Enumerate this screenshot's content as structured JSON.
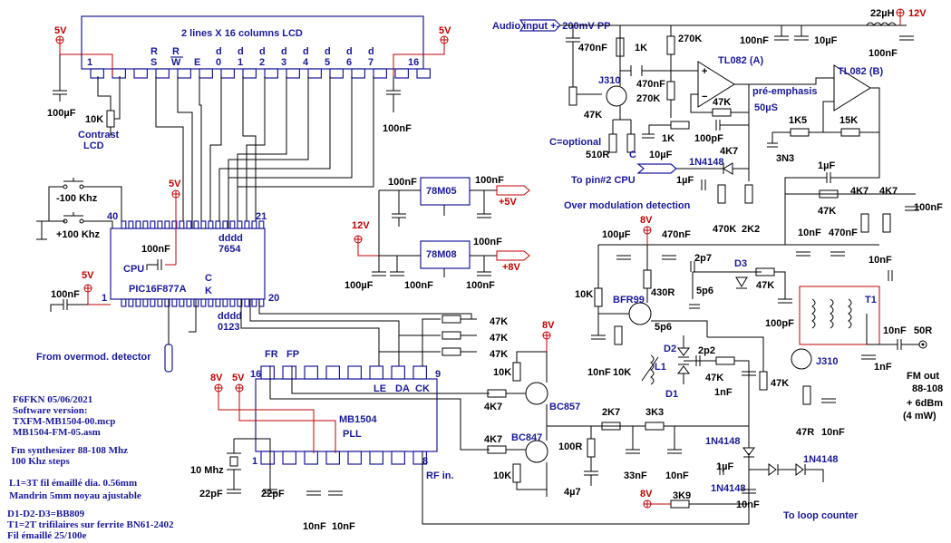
{
  "lcd": {
    "title": "2 lines X 16 columns LCD",
    "pin_first": "1",
    "pin_last": "16",
    "rs": "R",
    "rs2": "S",
    "rw": "R",
    "rw2": "W",
    "e": "E",
    "d": [
      "d",
      "d",
      "d",
      "d",
      "d",
      "d",
      "d",
      "d"
    ],
    "dn": [
      "0",
      "1",
      "2",
      "3",
      "4",
      "5",
      "6",
      "7"
    ]
  },
  "rails": {
    "v5": "5V",
    "v8": "8V",
    "v12": "12V"
  },
  "labels": {
    "contrast1": "Contrast",
    "contrast2": "LCD",
    "c100u_lcd": "100µF",
    "pot10k": "10K",
    "c100n_lcd": "100nF",
    "sw_minus": "-100 Khz",
    "sw_plus": "+100 Khz",
    "pin40": "40",
    "pin21": "21",
    "pin20": "20",
    "pin1": "1",
    "pic_name": "PIC16F877A",
    "pic_cpu": "CPU",
    "pic_c": "C",
    "pic_k": "K",
    "pic_hi": "dddd",
    "pic_hi2": "7654",
    "pic_lo": "dddd",
    "pic_lo2": "0123",
    "c100n_pic": "100nF",
    "c100n_pic2": "100nF",
    "from_overmod": "From overmod. detector",
    "reg1": "78M05",
    "reg2": "78M08",
    "reg_c1": "100nF",
    "reg_c2": "100nF",
    "reg_c3": "100nF",
    "reg_c4": "100µF",
    "reg_c5": "100nF",
    "reg_c6": "100nF",
    "out5": "+5V",
    "out8": "+8V",
    "audio": "Audio input +- 200mV PP",
    "c470n": "470nF",
    "r1k": "1K",
    "r270k": "270K",
    "r270k2": "270K",
    "c470n2": "470nF",
    "j310": "J310",
    "r47k_pot": "47K",
    "c_opt": "C=optional",
    "r510": "510R",
    "c_lbl": "C",
    "to_pin2": "To pin#2 CPU",
    "over_mod": "Over modulation detection",
    "tl082a": "TL082 (A)",
    "tl082b": "TL082 (B)",
    "preemph": "pré-emphasis",
    "preemph2": "50µS",
    "r47k_fb": "47K",
    "r1k_fb": "1K",
    "c100p": "100pF",
    "c10u": "10µF",
    "r4k7": "4K7",
    "r1k5": "1K5",
    "r15k": "15K",
    "c3n3": "3N3",
    "d1n4148": "1N4148",
    "c1u": "1µF",
    "c1u2": "1µF",
    "r470k": "470K",
    "r2k2": "2K2",
    "l22u": "22µH",
    "c100n_a": "100nF",
    "c10u_a": "10µF",
    "c100n_b": "100nF",
    "r47k_b": "47K",
    "r4k7_b": "4K7",
    "r4k7_c": "4K7",
    "c100n_c": "100nF",
    "c10n_a": "10nF",
    "c470n_b": "470nF",
    "c10n_b": "10nF",
    "c100u_8v": "100µF",
    "c470n_8v": "470nF",
    "c2p7": "2p7",
    "d3": "D3",
    "r47k_d3": "47K",
    "r430": "430R",
    "c5p6": "5p6",
    "c5p6b": "5p6",
    "bfr99": "BFR99",
    "r10k_bfr": "10K",
    "c100p_b": "100pF",
    "t1": "T1",
    "c10n_out": "10nF",
    "r50": "50R",
    "fm_out": "FM out",
    "fm_out2": "88-108",
    "fm_out3": "+ 6dBm",
    "fm_out4": "(4 mW)",
    "c10n_l1": "10nF",
    "r10k_l1": "10K",
    "l1": "L1",
    "d2": "D2",
    "d1": "D1",
    "c2p2": "2p2",
    "r47k_d": "47K",
    "c1n": "1nF",
    "j310b": "J310",
    "r47k_j": "47K",
    "r47r": "47R",
    "c10n_j": "10nF",
    "c1n_j": "1nF",
    "r47k_1": "47K",
    "r47k_2": "47K",
    "r47k_3": "47K",
    "r10k_q": "10K",
    "r4k7_q": "4K7",
    "bc857": "BC857",
    "bc847": "BC847",
    "r4k7_q2": "4K7",
    "r10k_q2": "10K",
    "pll_name": "MB1504",
    "pll_sub": "PLL",
    "pll_fr": "FR",
    "pll_fp": "FP",
    "pll_le": "LE",
    "pll_da": "DA",
    "pll_ck": "CK",
    "pll_16": "16",
    "pll_9": "9",
    "pll_1": "1",
    "pll_8": "8",
    "rf_in": "RF in.",
    "r100r": "100R",
    "c4u7": "4µ7",
    "r2k7": "2K7",
    "r3k3": "3K3",
    "c33n": "33nF",
    "c10n_f": "10nF",
    "c10n_f2": "10nF",
    "d1n4148b": "1N4148",
    "d1n4148c": "1N4148",
    "d1n4148d": "1N4148",
    "c1u_b": "1µF",
    "r3k9": "3K9",
    "c10n_g": "10nF",
    "loop": "To loop counter",
    "xtal": "10 Mhz",
    "c22p": "22pF",
    "c22p2": "22pF",
    "c10n_p1": "10nF",
    "c10n_p2": "10nF",
    "note1": "F6FKN 05/06/2021",
    "note2": "Software version:",
    "note3": "TXFM-MB1504-00.mcp",
    "note4": "MB1504-FM-05.asm",
    "note5": "Fm synthesizer 88-108 Mhz",
    "note6": "100 Khz steps",
    "note7": "L1=3T fil émaillé dia. 0.56mm",
    "note8": "Mandrin 5mm noyau ajustable",
    "note9": "D1-D2-D3=BB809",
    "note10": "T1=2T trifilaires sur ferrite BN61-2402",
    "note11": "Fil émaillé 25/100e"
  }
}
